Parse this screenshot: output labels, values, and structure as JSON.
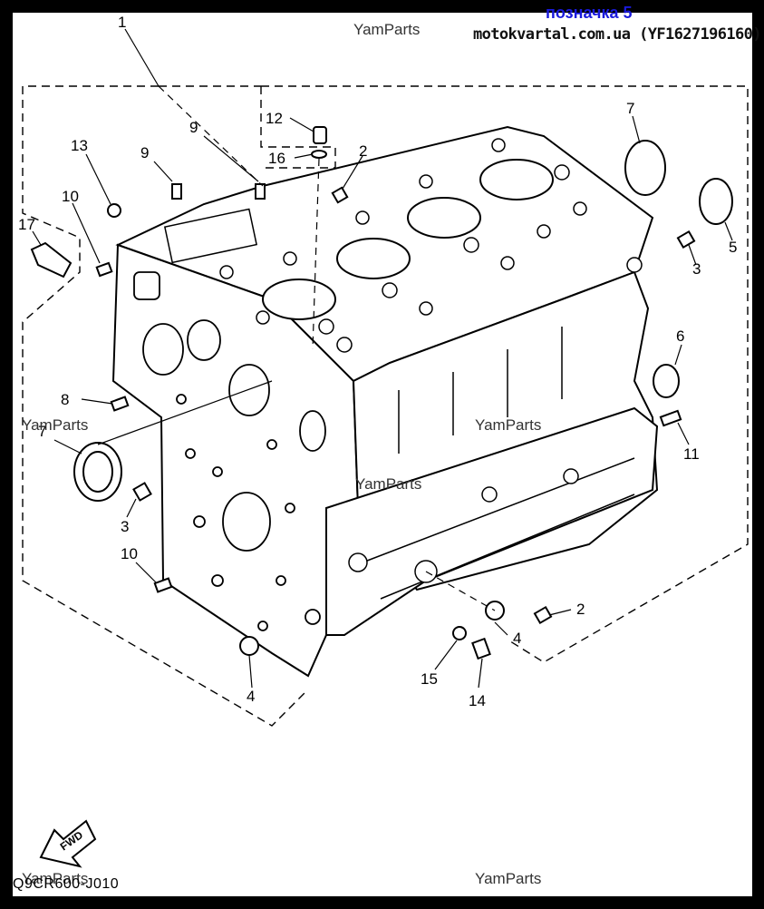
{
  "header": {
    "badge": "позначка 5",
    "site": "motokvartal.com.ua (YF1627196160)"
  },
  "watermarks": [
    "YamParts",
    "YamParts",
    "YamParts",
    "YamParts",
    "YamParts",
    "YamParts"
  ],
  "diagram_code": "Q9CR600-J010",
  "fwd_label": "FWD",
  "callouts": [
    "1",
    "2",
    "2",
    "3",
    "3",
    "4",
    "4",
    "5",
    "6",
    "7",
    "7",
    "8",
    "9",
    "9",
    "10",
    "10",
    "11",
    "12",
    "13",
    "14",
    "15",
    "16",
    "17"
  ]
}
